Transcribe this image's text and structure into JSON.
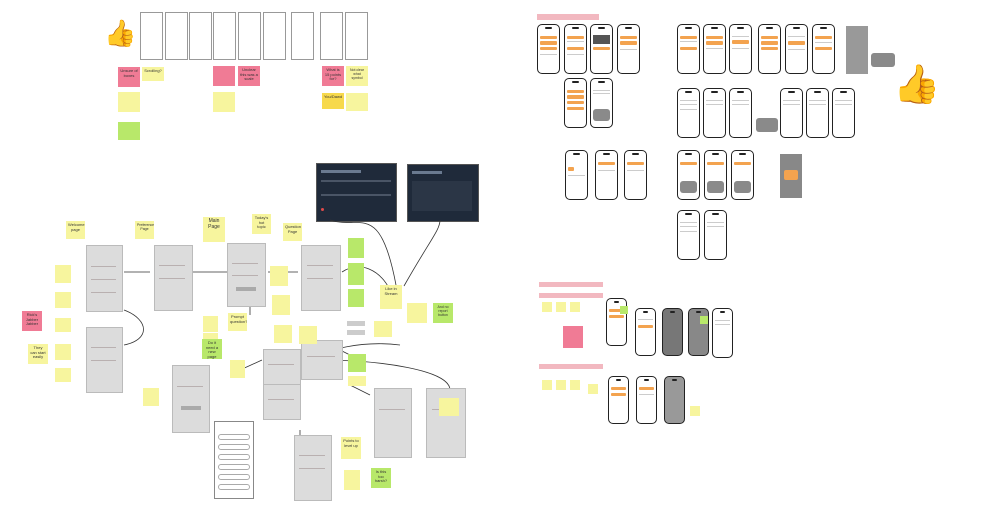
{
  "wireframe_notes": {
    "unsure": "Unsure of boxes",
    "scrolling": "Scrolling?",
    "unclear_scale": "Unclear this was a scale",
    "what_is_points": "What is 15 points for?",
    "not_clear_symbol": "Not clear what symbol",
    "you_dawd": "You/Dawd",
    "blurb_yellow_1": "...",
    "green_1": "..."
  },
  "flow_notes": {
    "welcome": "Welcome page",
    "preference": "Preference Page",
    "main_page": "Main Page",
    "todays_hot_topic": "Today's hot topic",
    "question_page": "Question Page",
    "like_in_stream": "Like in Stream",
    "and_no_report": "And no report button",
    "prompt_question": "Prompt question?",
    "do_we_need": "Do it need a new page",
    "points_to_level_up": "Points to level up",
    "is_this_too_harsh": "Is this too harsh?",
    "ricks_jabber": "Rick's Jabber Jabber",
    "they_can_start": "They can start easily"
  },
  "section_labels": {
    "top_right": "...",
    "mid_right_1": "...",
    "mid_right_2": "...",
    "mid_right_3": "..."
  },
  "colors": {
    "sticky_yellow": "#f7f59e",
    "sticky_pink": "#f07b95",
    "sticky_green": "#b8e86a",
    "accent_orange": "#f3a34f",
    "dark_panel": "#1f2a3a"
  },
  "icons": {
    "thumbs_up": "👍"
  }
}
